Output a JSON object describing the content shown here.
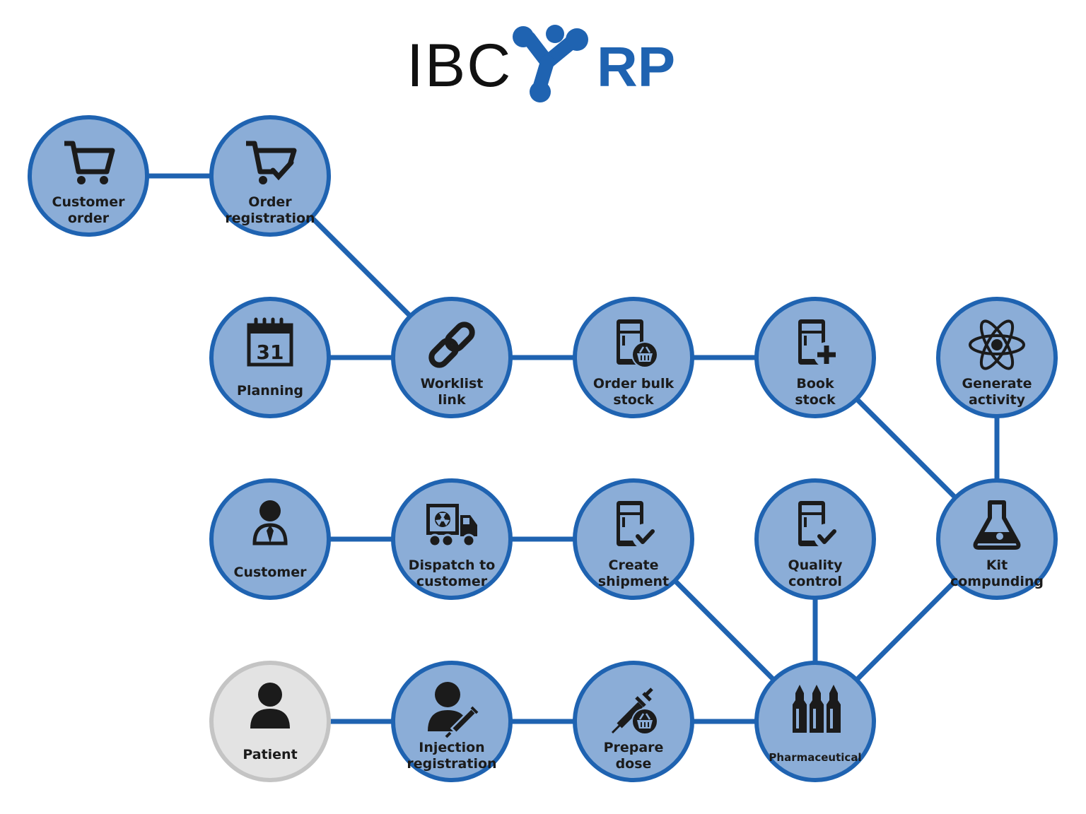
{
  "logo": {
    "left_text": "IBC",
    "right_text": "RP",
    "brand_color": "#1f63b1"
  },
  "colors": {
    "node_fill": "#8badd7",
    "node_border": "#1f63b1",
    "link": "#1f63b1",
    "inactive_fill": "#e3e3e3",
    "inactive_border": "#c4c4c4",
    "icon": "#1b1b1b"
  },
  "nodes": [
    {
      "id": "customer-order",
      "label": "Customer\norder",
      "icon": "cart-icon"
    },
    {
      "id": "order-registration",
      "label": "Order\nregistration",
      "icon": "cart-check-icon"
    },
    {
      "id": "planning",
      "label": "Planning",
      "icon": "calendar-icon"
    },
    {
      "id": "worklist-link",
      "label": "Worklist\nlink",
      "icon": "chain-link-icon"
    },
    {
      "id": "order-bulk-stock",
      "label": "Order bulk\nstock",
      "icon": "fridge-basket-icon"
    },
    {
      "id": "book-stock",
      "label": "Book\nstock",
      "icon": "fridge-plus-icon"
    },
    {
      "id": "generate-activity",
      "label": "Generate\nactivity",
      "icon": "atom-icon"
    },
    {
      "id": "customer",
      "label": "Customer",
      "icon": "businessman-icon"
    },
    {
      "id": "dispatch-to-customer",
      "label": "Dispatch to\ncustomer",
      "icon": "radioactive-truck-icon"
    },
    {
      "id": "create-shipment",
      "label": "Create\nshipment",
      "icon": "fridge-check-icon"
    },
    {
      "id": "quality-control",
      "label": "Quality\ncontrol",
      "icon": "fridge-check-icon"
    },
    {
      "id": "kit-compunding",
      "label": "Kit\ncompunding",
      "icon": "flask-icon"
    },
    {
      "id": "patient",
      "label": "Patient",
      "icon": "person-icon",
      "inactive": true
    },
    {
      "id": "injection-registration",
      "label": "Injection\nregistration",
      "icon": "person-syringe-icon"
    },
    {
      "id": "prepare-dose",
      "label": "Prepare\ndose",
      "icon": "syringe-basket-icon"
    },
    {
      "id": "pharmaceutical",
      "label": "Pharmaceutical",
      "icon": "ampoules-icon"
    }
  ],
  "links": [
    [
      "customer-order",
      "order-registration"
    ],
    [
      "order-registration",
      "worklist-link"
    ],
    [
      "planning",
      "worklist-link"
    ],
    [
      "worklist-link",
      "order-bulk-stock"
    ],
    [
      "order-bulk-stock",
      "book-stock"
    ],
    [
      "book-stock",
      "kit-compunding"
    ],
    [
      "generate-activity",
      "kit-compunding"
    ],
    [
      "customer",
      "dispatch-to-customer"
    ],
    [
      "dispatch-to-customer",
      "create-shipment"
    ],
    [
      "create-shipment",
      "pharmaceutical"
    ],
    [
      "quality-control",
      "pharmaceutical"
    ],
    [
      "kit-compunding",
      "pharmaceutical"
    ],
    [
      "patient",
      "injection-registration"
    ],
    [
      "injection-registration",
      "prepare-dose"
    ],
    [
      "prepare-dose",
      "pharmaceutical"
    ]
  ]
}
